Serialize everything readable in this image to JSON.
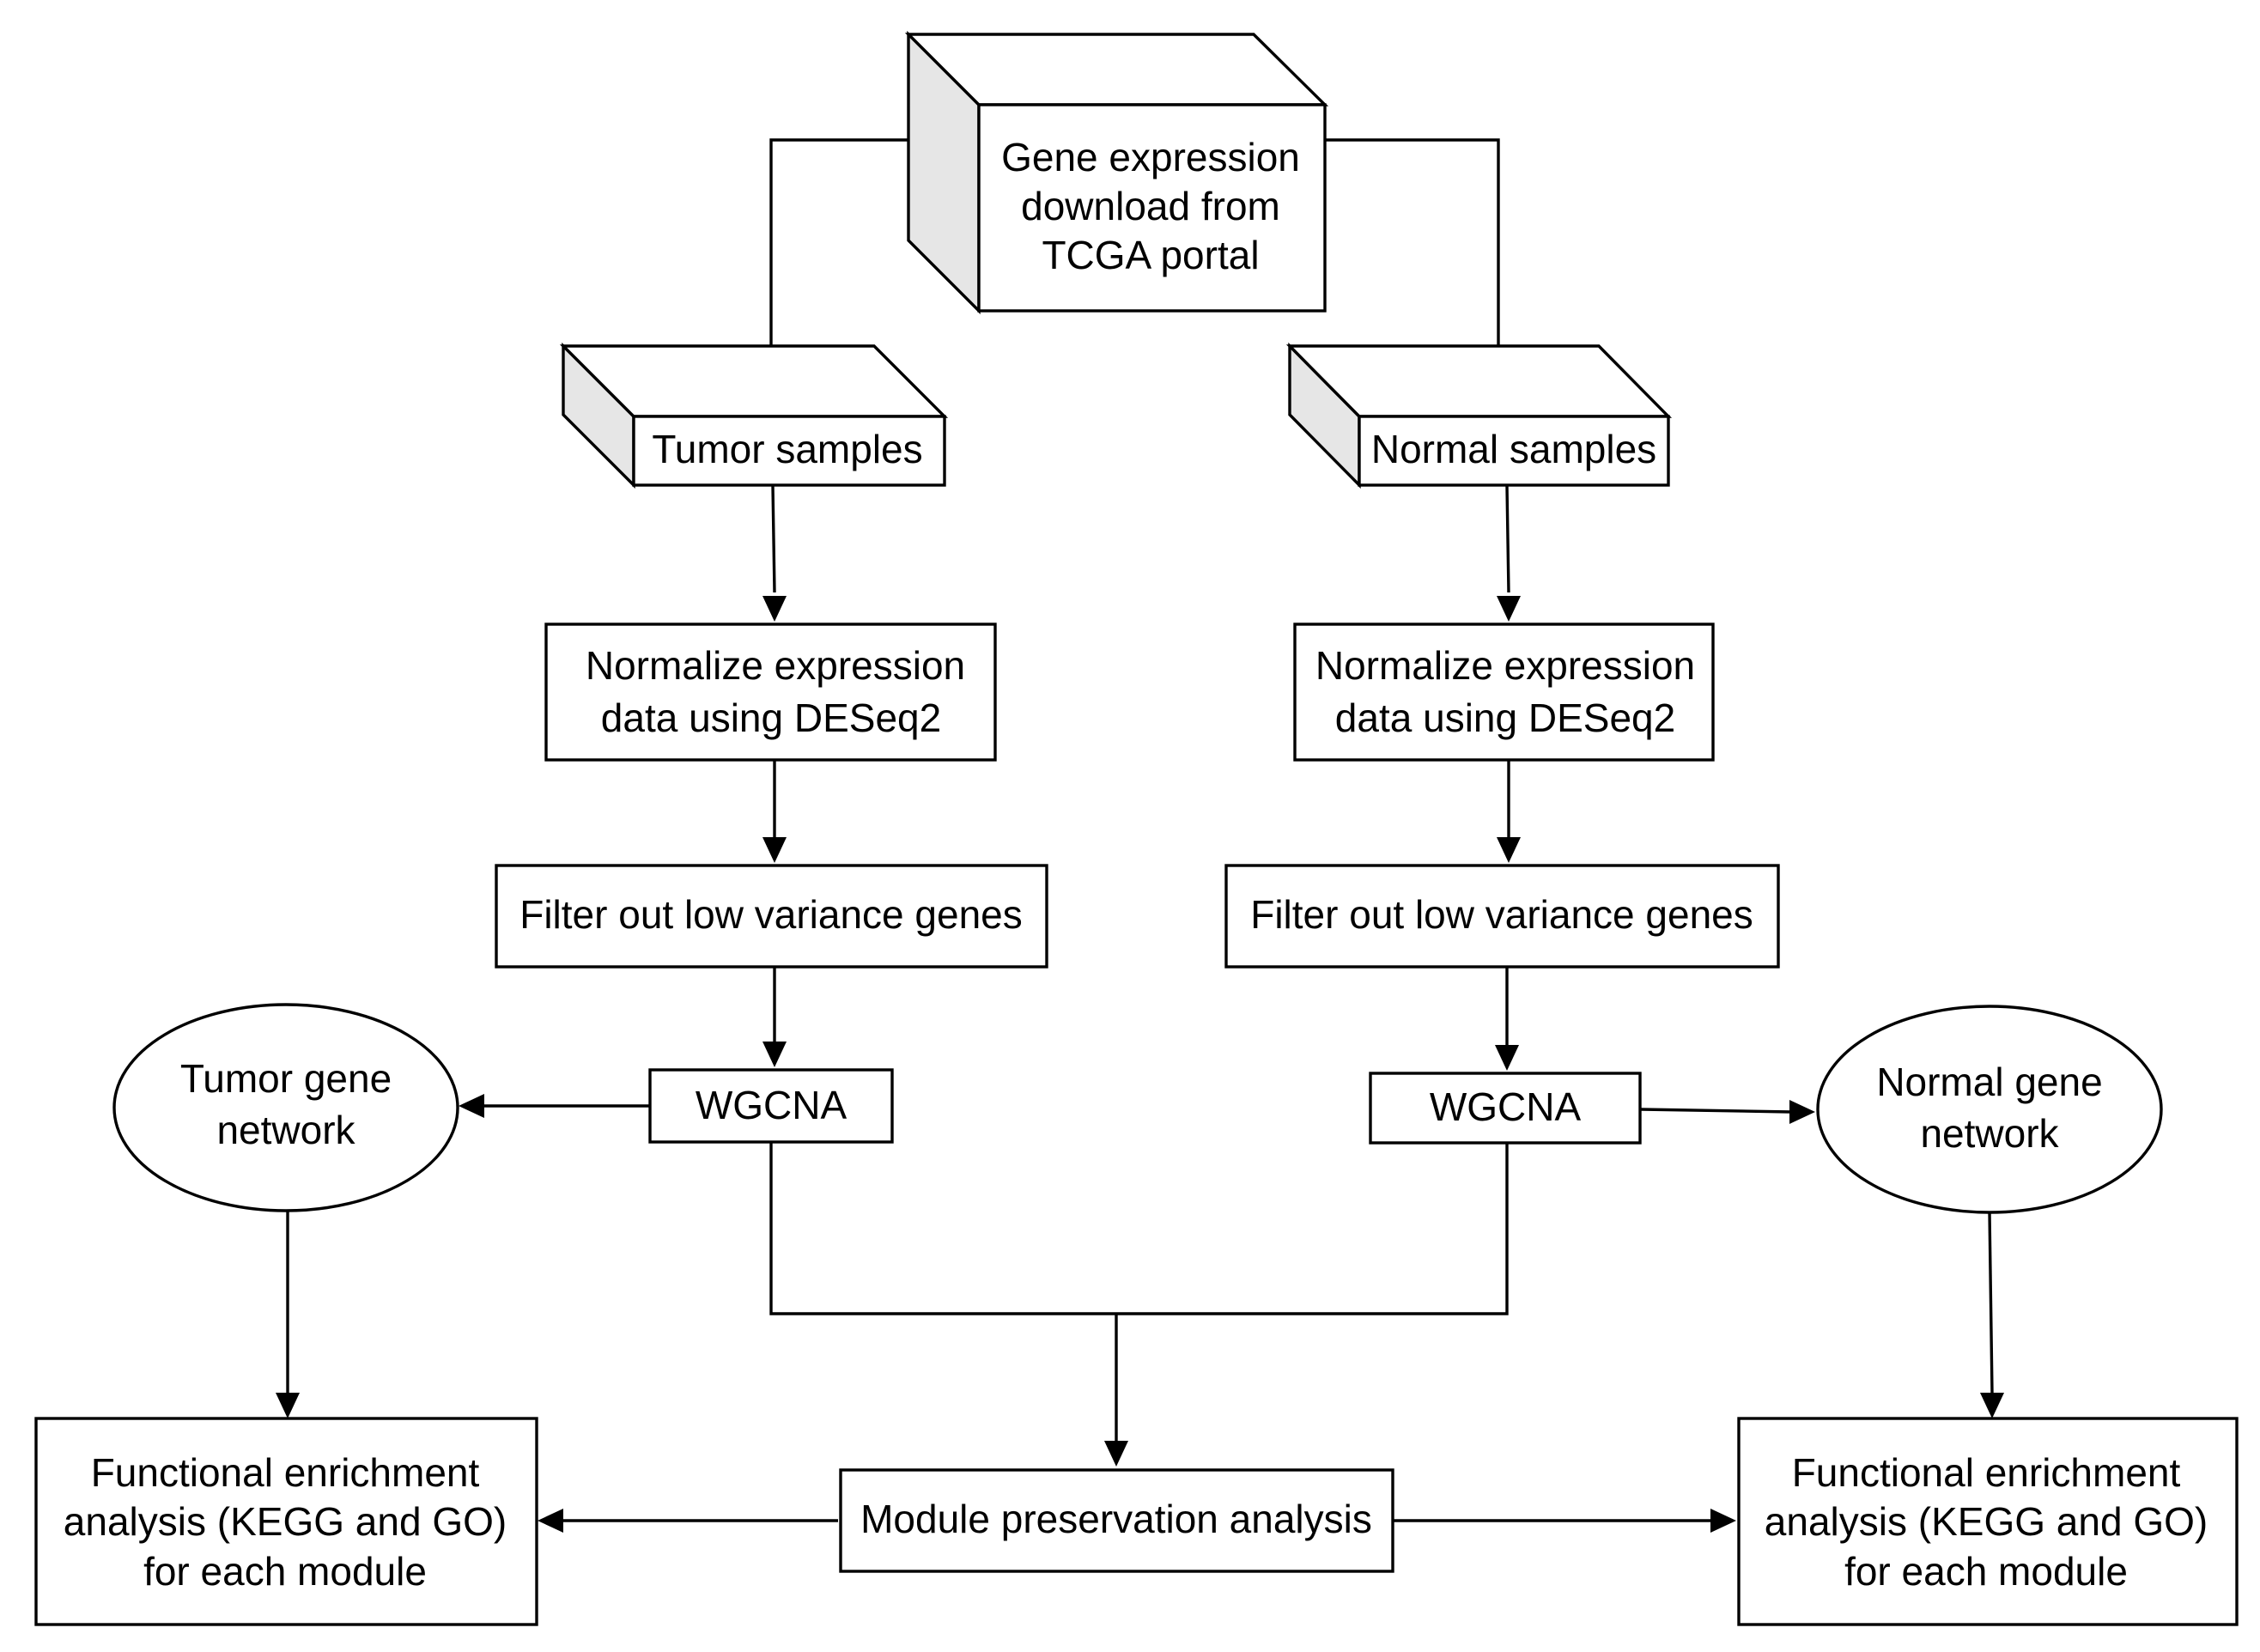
{
  "diagram": {
    "source": {
      "lines": [
        "Gene expression",
        "download from",
        "TCGA portal"
      ]
    },
    "tumor": {
      "samples": "Tumor samples",
      "normalize": [
        "Normalize expression",
        "data using DESeq2"
      ],
      "filter": "Filter out low variance genes",
      "wgcna": "WGCNA",
      "network": [
        "Tumor gene",
        "network"
      ],
      "enrichment": [
        "Functional enrichment",
        "analysis (KEGG and GO)",
        "for each module"
      ]
    },
    "normal": {
      "samples": "Normal samples",
      "normalize": [
        "Normalize expression",
        "data using DESeq2"
      ],
      "filter": "Filter out low variance genes",
      "wgcna": "WGCNA",
      "network": [
        "Normal gene",
        "network"
      ],
      "enrichment": [
        "Functional enrichment",
        "analysis (KEGG and GO)",
        "for each module"
      ]
    },
    "preservation": "Module preservation analysis"
  }
}
